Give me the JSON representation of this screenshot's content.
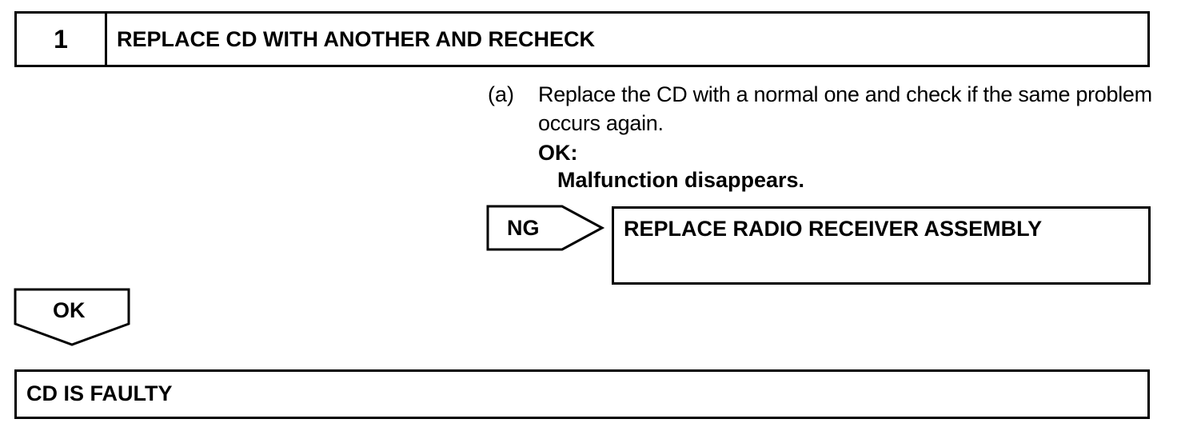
{
  "step": {
    "number": "1",
    "title": "REPLACE CD WITH ANOTHER AND RECHECK"
  },
  "instruction": {
    "marker": "(a)",
    "text": "Replace the CD with a normal one and check if the same problem occurs again.",
    "ok_label": "OK:",
    "ok_condition": "Malfunction disappears."
  },
  "ng_branch": {
    "label": "NG",
    "result": "REPLACE RADIO RECEIVER ASSEMBLY"
  },
  "ok_branch": {
    "label": "OK",
    "result": "CD IS FAULTY"
  }
}
